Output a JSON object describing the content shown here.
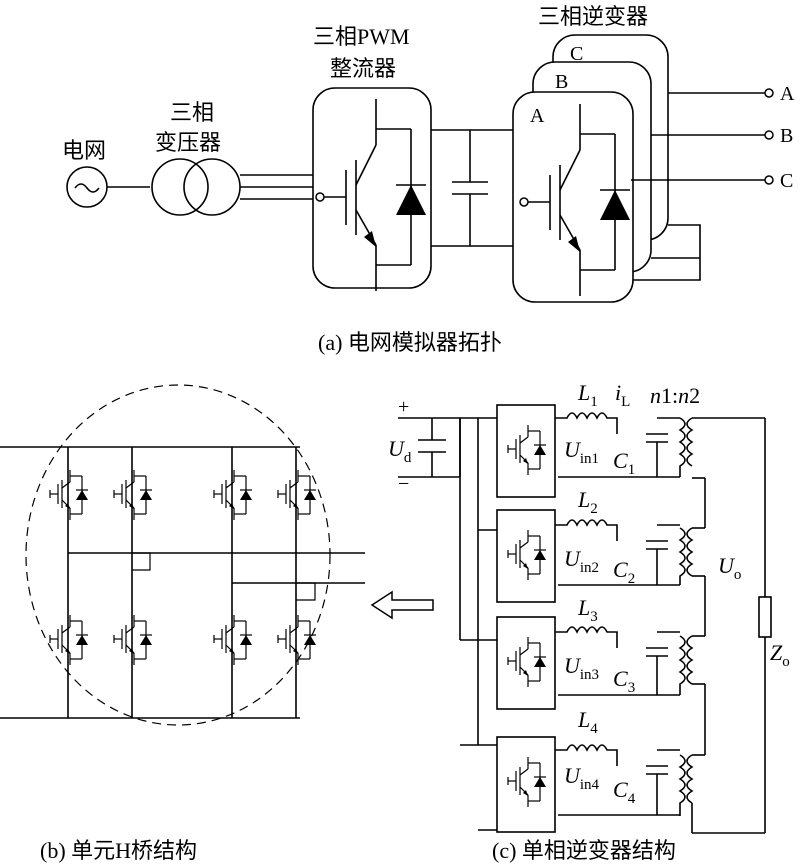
{
  "diagram_a": {
    "grid_label": "电网",
    "transformer_label_line1": "三相",
    "transformer_label_line2": "变压器",
    "rectifier_label_line1": "三相PWM",
    "rectifier_label_line2": "整流器",
    "inverter_label": "三相逆变器",
    "module_labels": [
      "A",
      "B",
      "C"
    ],
    "output_labels": [
      "A",
      "B",
      "C"
    ],
    "caption": "(a) 电网模拟器拓扑"
  },
  "diagram_b": {
    "caption": "(b) 单元H桥结构"
  },
  "diagram_c": {
    "plus_sign": "+",
    "minus_sign": "−",
    "ud_main": "U",
    "ud_sub": "d",
    "il_main": "i",
    "il_sub": "L",
    "ratio_n1": "n",
    "ratio_mid": "1:",
    "ratio_n2": "n",
    "ratio_end": "2",
    "inductor_main": "L",
    "inductor_subs": [
      "1",
      "2",
      "3",
      "4"
    ],
    "uin_main": "U",
    "uin_subs": [
      "in1",
      "in2",
      "in3",
      "in4"
    ],
    "cap_main": "C",
    "cap_subs": [
      "1",
      "2",
      "3",
      "4"
    ],
    "uo_main": "U",
    "uo_sub": "o",
    "zo_main": "Z",
    "zo_sub": "o",
    "caption": "(c) 单相逆变器结构"
  }
}
